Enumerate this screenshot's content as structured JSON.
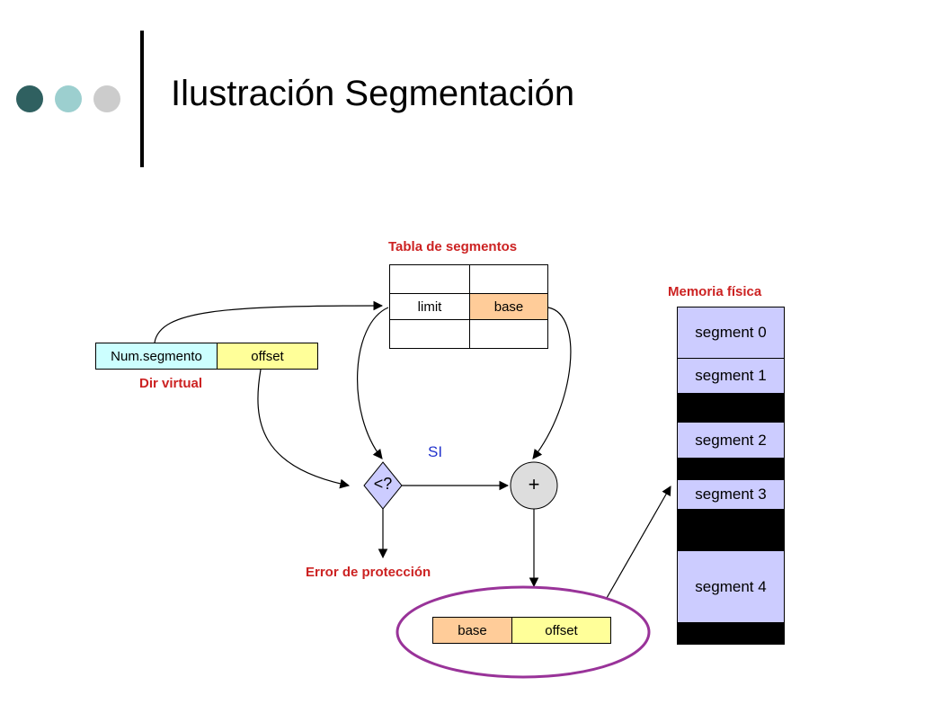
{
  "slide": {
    "title": "Ilustración Segmentación",
    "decor_colors": [
      "#2f6060",
      "#9ccfcf",
      "#cccccc"
    ]
  },
  "virtual_address": {
    "label": "Dir virtual",
    "segment_field": "Num.segmento",
    "offset_field": "offset"
  },
  "segment_table": {
    "label": "Tabla de segmentos",
    "limit_label": "limit",
    "base_label": "base"
  },
  "comparator": {
    "symbol": "<?",
    "yes_label": "SI"
  },
  "adder": {
    "symbol": "+"
  },
  "error": {
    "label": "Error de protección"
  },
  "physical_address": {
    "base_field": "base",
    "offset_field": "offset"
  },
  "physical_memory": {
    "label": "Memoria física",
    "segments": [
      "segment 0",
      "segment 1",
      "segment 2",
      "segment 3",
      "segment 4"
    ]
  },
  "colors": {
    "accent_red": "#cc2222",
    "segment_blue": "#ccffff",
    "offset_yellow": "#ffff99",
    "base_orange": "#ffcc99",
    "memory_lavender": "#ccccff",
    "ellipse_purple": "#993399",
    "yes_blue": "#2233cc"
  }
}
